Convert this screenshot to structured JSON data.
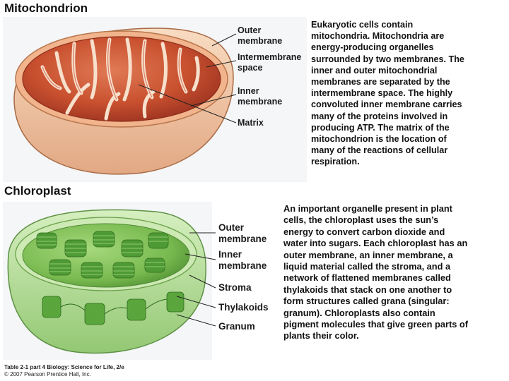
{
  "mitochondrion": {
    "title": "Mitochondrion",
    "labels": {
      "outer": [
        "Outer",
        "membrane"
      ],
      "intermembrane": [
        "Intermembrane",
        "space"
      ],
      "inner": [
        "Inner",
        "membrane"
      ],
      "matrix": [
        "Matrix"
      ]
    },
    "description": "Eukaryotic cells contain mitochondria. Mitochondria are energy-producing organelles surrounded by two membranes. The inner and outer mitochondrial membranes are separated by the intermembrane space. The highly convoluted inner membrane carries many of the proteins involved in producing ATP. The matrix of the mitochondrion is the location of many of the reactions of cellular respiration."
  },
  "chloroplast": {
    "title": "Chloroplast",
    "labels": {
      "outer": [
        "Outer",
        "membrane"
      ],
      "inner": [
        "Inner",
        "membrane"
      ],
      "stroma": [
        "Stroma"
      ],
      "thylakoids": [
        "Thylakoids"
      ],
      "granum": [
        "Granum"
      ]
    },
    "description": "An important organelle present in plant cells, the chloroplast uses the sun’s energy to convert carbon dioxide and water into sugars. Each chloroplast has an outer membrane, an inner membrane, a liquid material called the stroma, and a network of flattened membranes called thylakoids that stack on one another to form structures called grana (singular: granum). Chloroplasts also contain pigment molecules that give green parts of plants their color."
  },
  "footer": {
    "line1": "Table 2-1 part 4 Biology: Science for Life, 2/e",
    "line2": "© 2007 Pearson Prentice Hall, Inc."
  },
  "colors": {
    "mito_outer": "#f3c7a3",
    "mito_inner": "#c24a2e",
    "chloro_outer": "#bfe3a0",
    "chloro_stroma": "#7fbf57",
    "thylakoid": "#4f9a35"
  }
}
